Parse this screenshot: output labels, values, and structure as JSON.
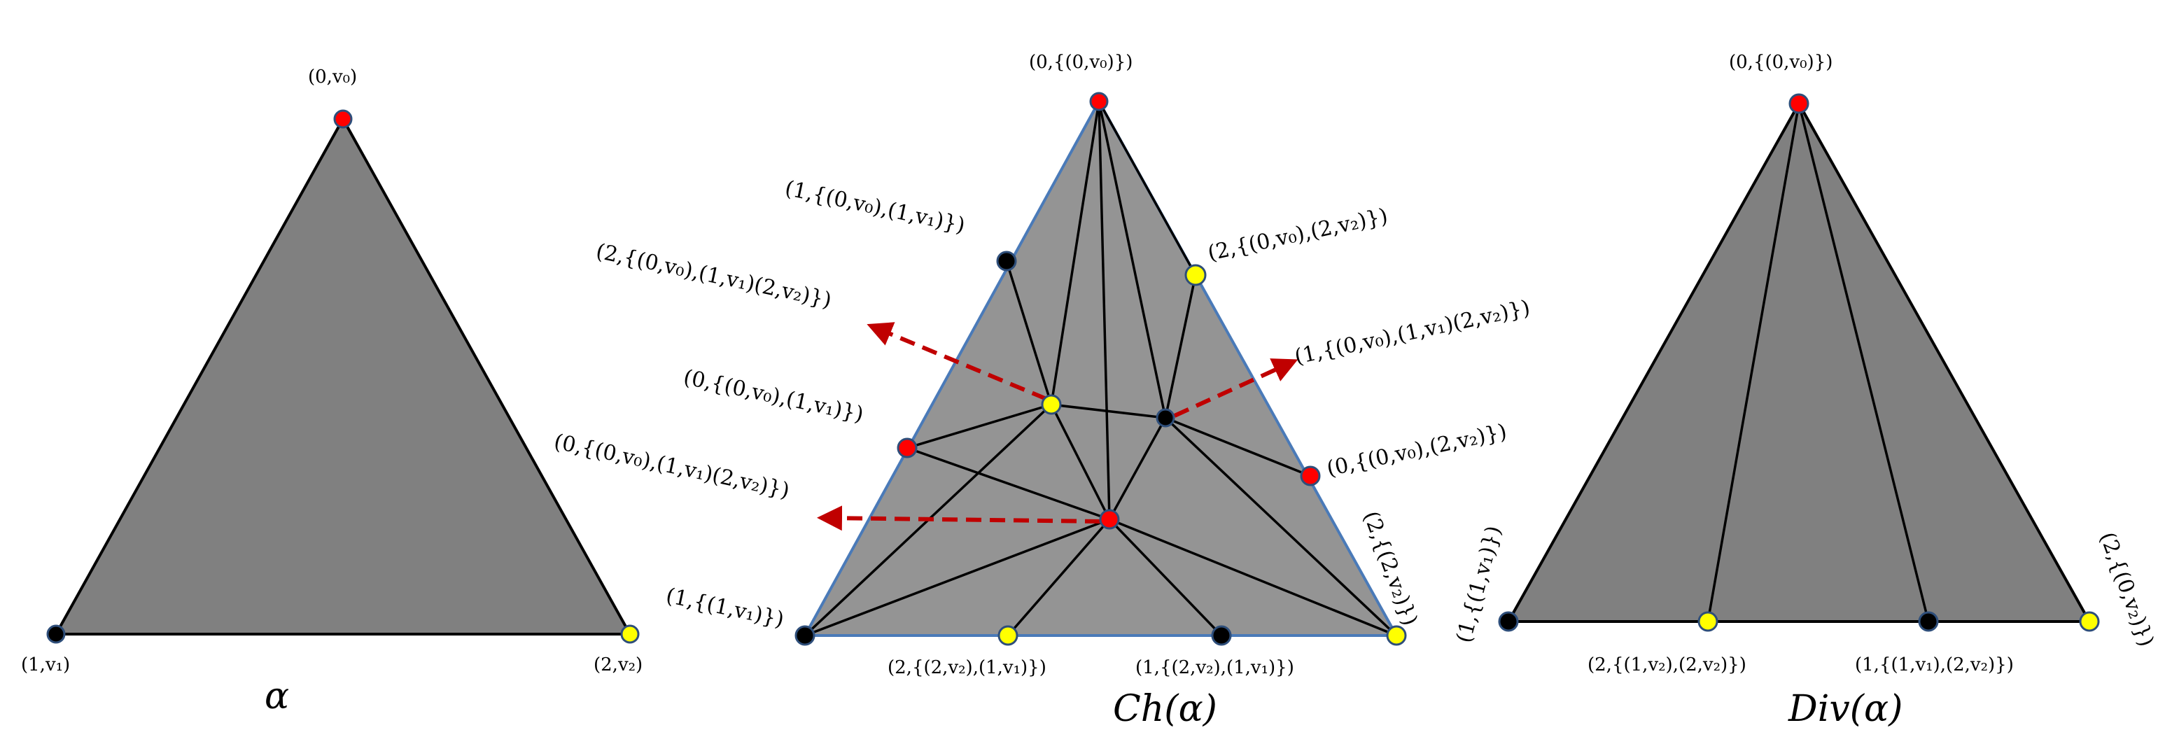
{
  "colors": {
    "triangle_fill_alpha": "#808080",
    "triangle_fill_ch": "#949494",
    "triangle_fill_div": "#808080",
    "triangle_stroke_ch": "#4a7ab8",
    "arrow": "#c00000",
    "red": "#ff0000",
    "yellow": "#ffff00",
    "black": "#000000"
  },
  "left": {
    "caption": "α",
    "top_label": "(0,v₀)",
    "left_label": "(1,v₁)",
    "right_label": "(2,v₂)"
  },
  "middle": {
    "caption": "Ch(α)",
    "top_label": "(0,{(0,v₀)})",
    "labels": {
      "l1": "(1,{(0,v₀),(1,v₁)})",
      "l2": "(2,{(0,v₀),(1,v₁)(2,v₂)})",
      "l3": "(0,{(0,v₀),(1,v₁)})",
      "l4": "(0,{(0,v₀),(1,v₁)(2,v₂)})",
      "l5": "(1,{(1,v₁)})",
      "r1": "(2,{(0,v₀),(2,v₂)})",
      "r2": "(1,{(0,v₀),(1,v₁)(2,v₂)})",
      "r3": "(0,{(0,v₀),(2,v₂)})",
      "r4": "(2,{(2,v₂)})",
      "b1": "(2,{(2,v₂),(1,v₁)})",
      "b2": "(1,{(2,v₂),(1,v₁)})"
    }
  },
  "right": {
    "caption": "Div(α)",
    "top_label": "(0,{(0,v₀)})",
    "left_label": "(1,{(1,v₁)})",
    "right_label": "(2,{(0,v₂)})",
    "b1": "(2,{(1,v₂),(2,v₂)})",
    "b2": "(1,{(1,v₁),(2,v₂)})"
  }
}
